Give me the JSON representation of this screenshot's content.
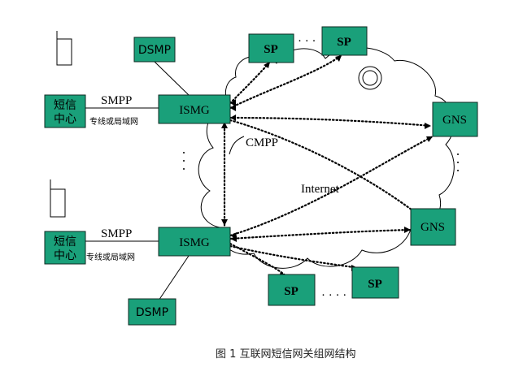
{
  "diagram": {
    "nodes": {
      "dsmp_top": "DSMP",
      "dsmp_bottom": "DSMP",
      "ismg_top": "ISMG",
      "ismg_bottom": "ISMG",
      "sp_1": "SP",
      "sp_2": "SP",
      "sp_3": "SP",
      "sp_4": "SP",
      "gns_top": "GNS",
      "gns_bottom": "GNS",
      "smsc_top_line1": "短信",
      "smsc_top_line2": "中心",
      "smsc_bottom_line1": "短信",
      "smsc_bottom_line2": "中心"
    },
    "labels": {
      "smpp_top": "SMPP",
      "smpp_bottom": "SMPP",
      "link_top": "专线或局域网",
      "link_bottom": "专线或局域网",
      "cmpp": "CMPP",
      "internet": "Internet",
      "ellipsis_top": "· · ·",
      "ellipsis_bottom": "· · · ·"
    },
    "caption": "图 1 互联网短信网关组网结构",
    "colors": {
      "node_fill": "#1aa07a",
      "line": "#000000",
      "background": "#ffffff"
    }
  }
}
